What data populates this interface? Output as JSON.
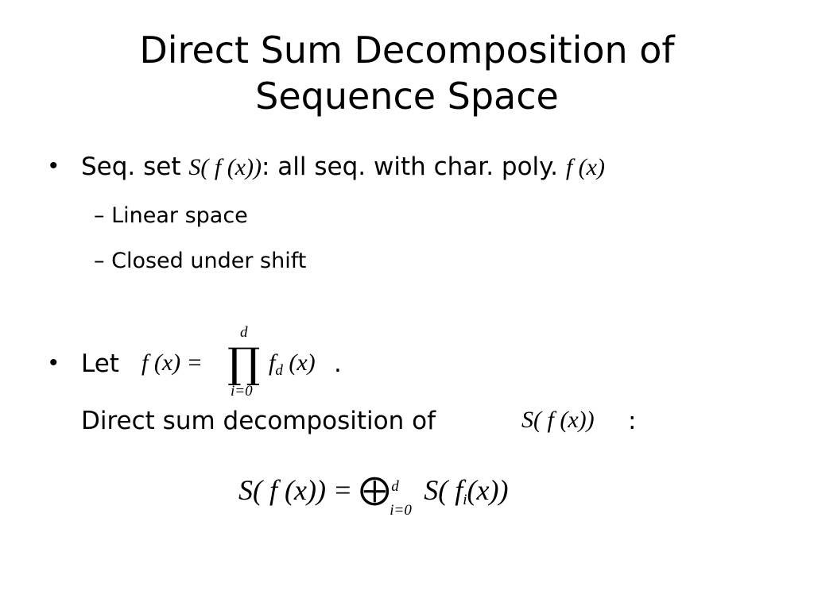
{
  "slide": {
    "title_line1": "Direct Sum Decomposition of",
    "title_line2": "Sequence Space",
    "bullet1": {
      "marker": "•",
      "prefix": "Seq. set",
      "math_set": "S( f (x))",
      "middle": ": all seq. with char. poly.",
      "math_poly": "f (x)"
    },
    "subbullets": [
      {
        "marker": "–",
        "text": "Linear space"
      },
      {
        "marker": "–",
        "text": "Closed under shift"
      }
    ],
    "bullet2": {
      "marker": "•",
      "prefix": "Let",
      "eq_lhs": "f (x) =",
      "prod_upper": "d",
      "prod_lower": "i=0",
      "factor_base": "f",
      "factor_sub": "d",
      "factor_arg": "(x)",
      "period": ".",
      "line2_text": "Direct sum decomposition of",
      "line2_math": "S( f (x))",
      "line2_colon": ":"
    },
    "display_eq": {
      "lhs": "S( f (x)) =",
      "oplus_upper": "d",
      "oplus_lower": "i=0",
      "rhs_prefix": "S( f",
      "rhs_sub": "i",
      "rhs_suffix": "(x))"
    }
  }
}
